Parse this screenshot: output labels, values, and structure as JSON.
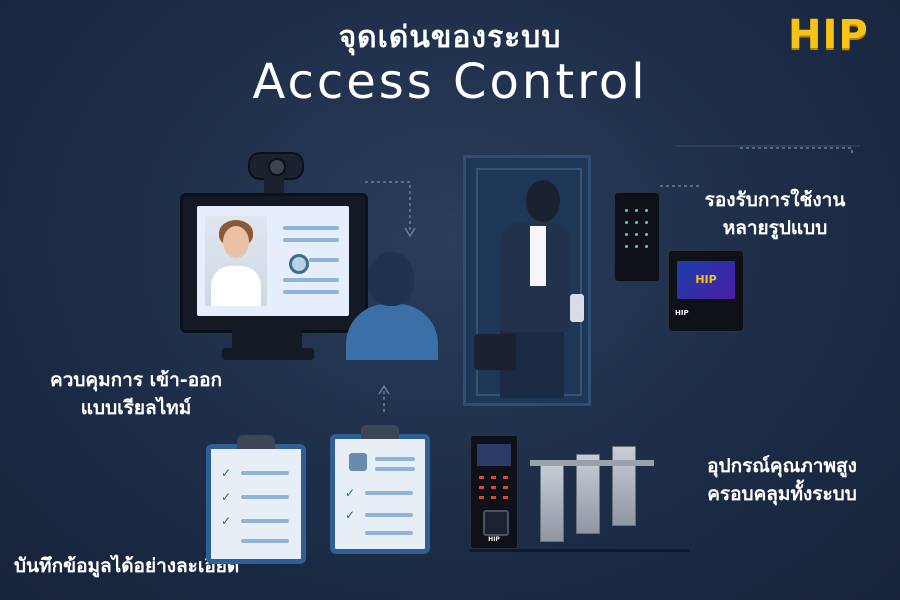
{
  "header": {
    "title_thai": "จุดเด่นของระบบ",
    "title_en": "Access Control",
    "logo": "HIP"
  },
  "features": {
    "multi_use": [
      "รองรับการใช้งาน",
      "หลายรูปแบบ"
    ],
    "realtime": [
      "ควบคุมการ เข้า-ออก",
      "แบบเรียลไทม์"
    ],
    "quality": [
      "อุปกรณ์คุณภาพสูง",
      "ครอบคลุมทั้งระบบ"
    ],
    "records": "บันทึกข้อมูลได้อย่างละเอียด"
  },
  "devices": {
    "face_terminal_screen": "HIP",
    "face_terminal_label": "HIP",
    "reader_label": "HIP"
  },
  "colors": {
    "background": "#1d2d47",
    "logo": "#f7c315",
    "text": "#ffffff"
  }
}
